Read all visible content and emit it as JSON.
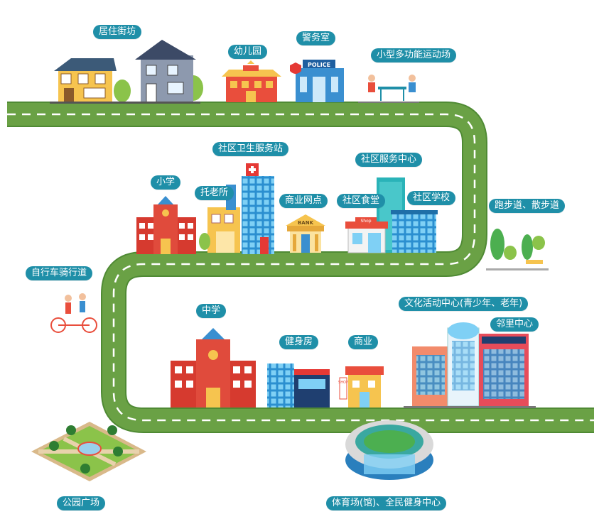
{
  "map": {
    "labels": {
      "residential": "居住街坊",
      "kindergarten": "幼儿园",
      "police": "警务室",
      "sports_court": "小型多功能运动场",
      "health_station": "社区卫生服务站",
      "service_center": "社区服务中心",
      "primary_school": "小学",
      "elderly_care": "托老所",
      "commercial_outlet": "商业网点",
      "canteen": "社区食堂",
      "community_school": "社区学校",
      "jogging": "跑步道、散步道",
      "bike_lane": "自行车骑行道",
      "middle_school": "中学",
      "gym": "健身房",
      "commerce": "商业",
      "culture_center": "文化活动中心(青少年、老年)",
      "neighborhood_center": "邻里中心",
      "park": "公园广场",
      "stadium": "体育场(馆)、全民健身中心"
    },
    "signs": {
      "police": "POLICE",
      "bank": "BANK",
      "shop": "Shop",
      "shop_vertical": "SHOP"
    },
    "colors": {
      "road": "#6aa145",
      "road_edge": "#4f8a34",
      "label_bg": "#1f8fa8",
      "brick_red": "#d63a2f",
      "glass_blue": "#3fa9e0"
    }
  }
}
